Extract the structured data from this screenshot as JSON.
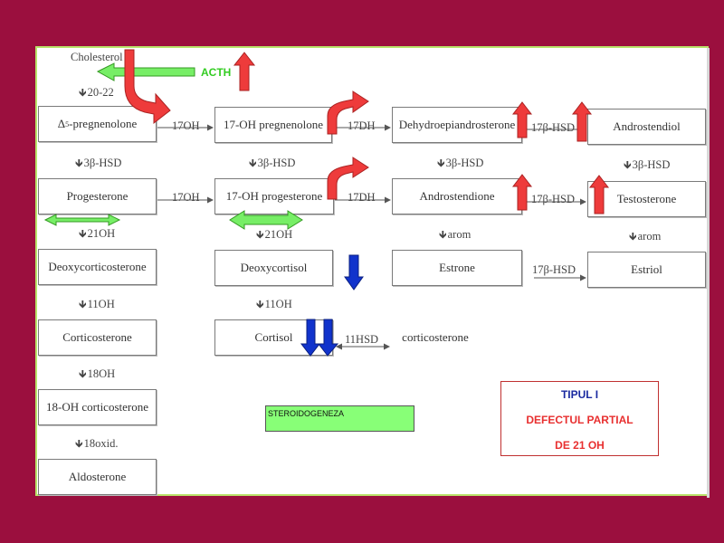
{
  "boxes": {
    "pregnenolone": "-pregnenolone",
    "pregnenolone_delta": "Δ",
    "pregnenolone_sup": "5",
    "oh_pregnenolone": "17-OH pregnenolone",
    "dhea": "Dehydroepiandrosterone",
    "androstendiol": "Androstendiol",
    "progesterone": "Progesterone",
    "oh_progesterone": "17-OH progesterone",
    "androstendione": "Androstendione",
    "testosterone": "Testosterone",
    "deoxycorticosterone": "Deoxycorticosterone",
    "deoxycortisol": "Deoxycortisol",
    "estrone": "Estrone",
    "estriol": "Estriol",
    "corticosterone_box": "Corticosterone",
    "cortisol": "Cortisol",
    "corticosterone_right": "corticosterone",
    "oh18_corticosterone": "18-OH corticosterone",
    "aldosterone": "Aldosterone"
  },
  "labels": {
    "cholesterol": "Cholesterol",
    "s20_22": "20-22",
    "acth": "ACTH",
    "r1_17oh": "17OH",
    "r1_17dh": "17DH",
    "r1_17bhsd": "17β-HSD",
    "hsd_col1": "3β-HSD",
    "hsd_col2": "3β-HSD",
    "hsd_col3": "3β-HSD",
    "hsd_col4": "3β-HSD",
    "r2_17oh": "17OH",
    "r2_17dh": "17DH",
    "r2_17bhsd": "17β-HSD",
    "c1_21oh": "21OH",
    "c2_21oh": "21OH",
    "arom1": "arom",
    "arom2": "arom",
    "r3_17bhsd": "17β-HSD",
    "c1_11oh": "11OH",
    "c2_11oh": "11OH",
    "hsd11": "11HSD",
    "c1_18oh": "18OH",
    "c1_18oxid": "18oxid."
  },
  "sidebox": {
    "line1": "TIPUL I",
    "line2": "DEFECTUL PARTIAL",
    "line3": "DE  21 OH"
  },
  "greenbox": "STEROIDOGENEZA",
  "colors": {
    "background": "#9b0f3e",
    "panel_border": "#b9e36a",
    "arrow_red": "#ee3b3b",
    "arrow_green": "#77ee66",
    "arrow_blue": "#1133cc",
    "tipul_color": "#1a2aa0",
    "defect_color": "#e83030"
  }
}
